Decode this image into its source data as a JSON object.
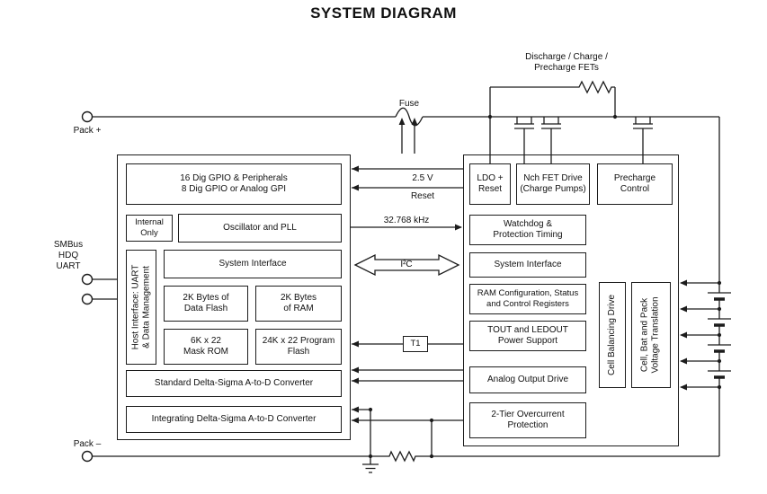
{
  "title": "SYSTEM DIAGRAM",
  "terminals": {
    "pack_plus": "Pack +",
    "pack_minus": "Pack –",
    "comm_bus": "SMBus\nHDQ\nUART"
  },
  "top_labels": {
    "fets": "Discharge / Charge /\nPrecharge FETs",
    "fuse": "Fuse"
  },
  "signals": {
    "v_2_5": "2.5 V",
    "reset": "Reset",
    "clock": "32.768 kHz",
    "i2c": "I²C",
    "t1": "T1"
  },
  "left_block": {
    "gpio": "16 Dig GPIO & Peripherals\n8 Dig GPIO or Analog GPI",
    "internal_only": "Internal\nOnly",
    "osc": "Oscillator and PLL",
    "host_if": "Host Interface: UART\n& Data Management",
    "sys_if": "System Interface",
    "data_flash": "2K Bytes of\nData Flash",
    "ram": "2K Bytes\nof RAM",
    "mask_rom": "6K x 22\nMask ROM",
    "prog_flash": "24K x 22 Program\nFlash",
    "std_adc": "Standard Delta-Sigma A-to-D Converter",
    "int_adc": "Integrating Delta-Sigma A-to-D Converter"
  },
  "right_block": {
    "ldo": "LDO +\nReset",
    "fet_drive": "Nch FET Drive\n(Charge Pumps)",
    "precharge": "Precharge\nControl",
    "watchdog": "Watchdog &\nProtection Timing",
    "sys_if": "System Interface",
    "ram_cfg": "RAM Configuration, Status\nand Control Registers",
    "tout": "TOUT and LEDOUT\nPower Support",
    "analog_out": "Analog Output Drive",
    "overcurrent": "2-Tier Overcurrent\nProtection",
    "cell_balance": "Cell Balancing Drive",
    "voltage_trans": "Cell, Bat and Pack\nVoltage Translation"
  },
  "colors": {
    "line": "#1c1c1c",
    "background": "#ffffff",
    "text": "#111111"
  }
}
